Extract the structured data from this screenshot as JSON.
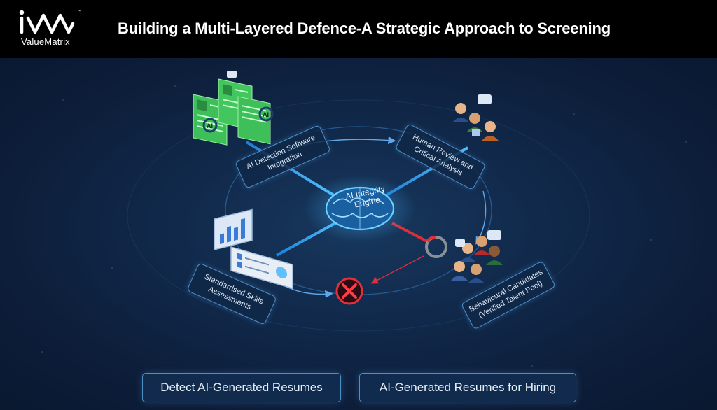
{
  "header": {
    "brand": "ValueMatrix",
    "trademark": "™",
    "title": "Building a Multi-Layered Defence-A Strategic Approach to Screening"
  },
  "diagram": {
    "center": {
      "label_line1": "AI Integrity",
      "label_line2": "Engine"
    },
    "nodes": [
      {
        "id": "ai-detection",
        "line1": "AI Detection Software",
        "line2": "Integration",
        "icon": "resume-stack-icon"
      },
      {
        "id": "human-review",
        "line1": "Human Review and",
        "line2": "Critical Analysis",
        "icon": "reviewers-icon"
      },
      {
        "id": "skills",
        "line1": "Standardsed Skills",
        "line2": "Assessments",
        "icon": "laptop-assessment-icon"
      },
      {
        "id": "behavioural",
        "line1": "Behavioural Candidates",
        "line2": "(Verified Talent Pool)",
        "icon": "candidates-group-icon"
      }
    ],
    "resume_badge": "AI",
    "reject_icon": "reject-x-icon"
  },
  "buttons": {
    "detect": "Detect AI-Generated Resumes",
    "hiring": "AI-Generated Resumes for Hiring"
  },
  "colors": {
    "background": "#0d1b33",
    "header": "#000000",
    "accent_blue": "#2f9be8",
    "reject_red": "#e0303a",
    "resume_green": "#3fbf5a"
  }
}
